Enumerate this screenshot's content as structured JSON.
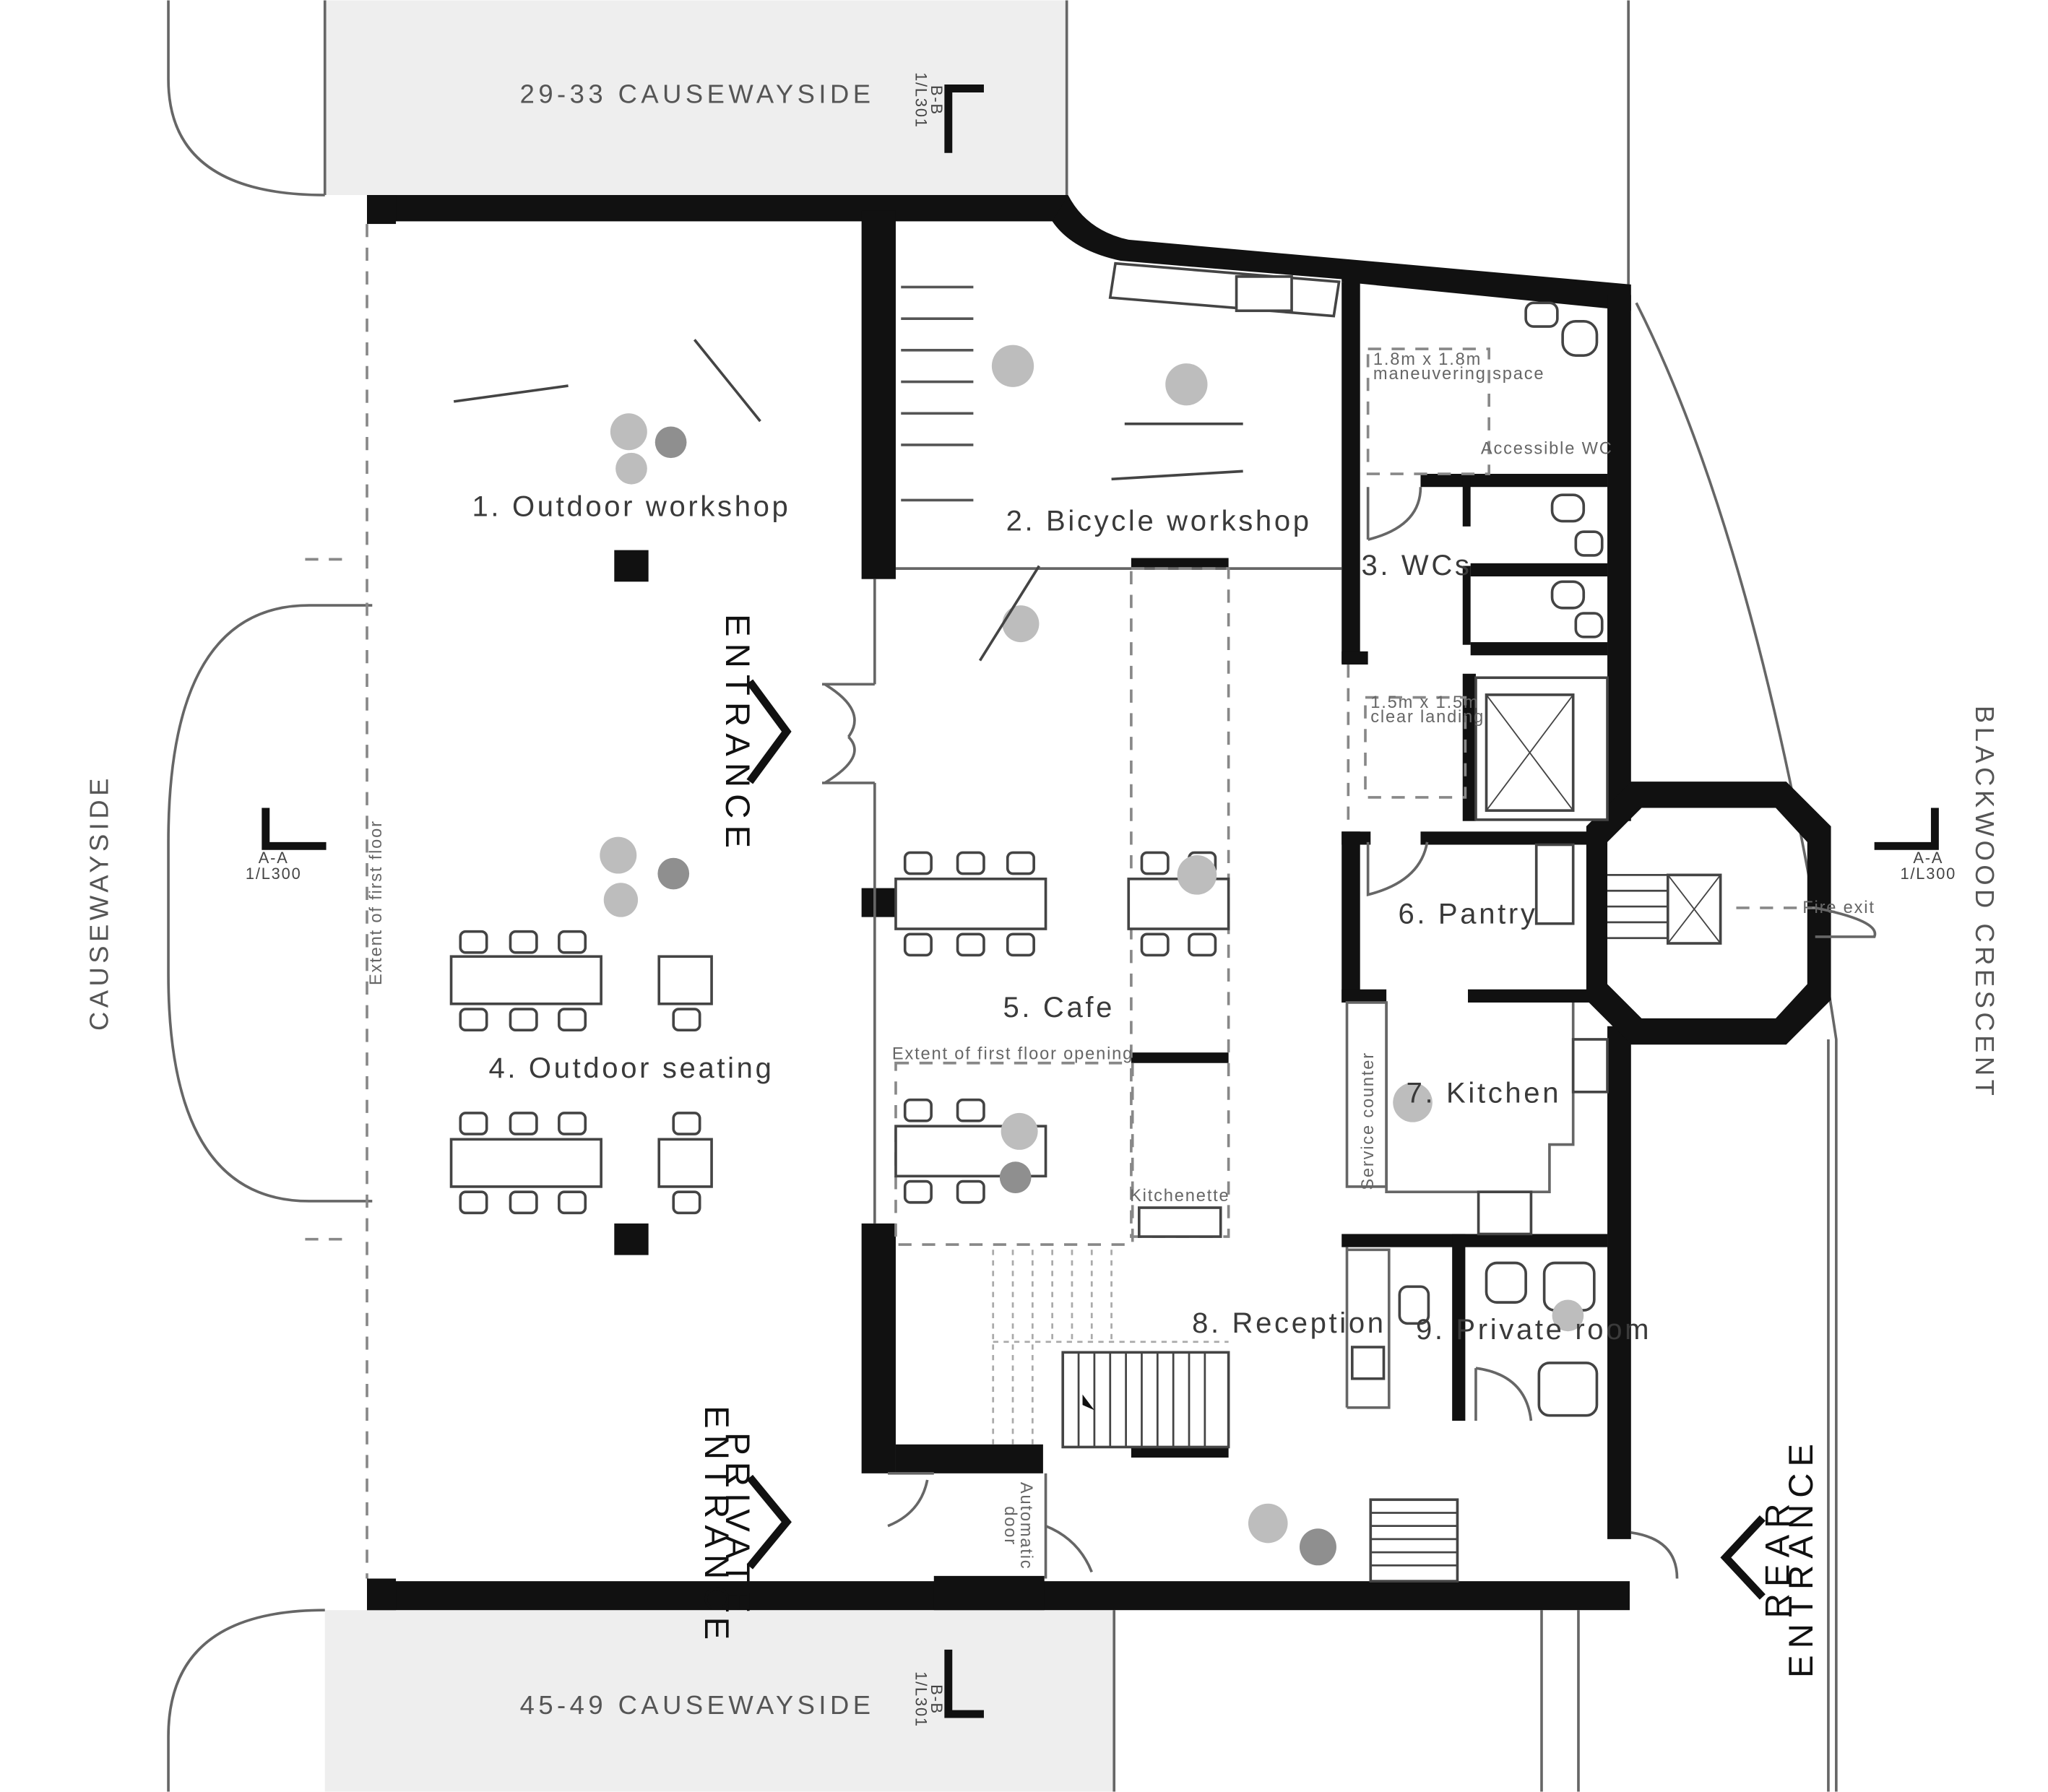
{
  "streets": {
    "top_neighbor": "29-33 CAUSEWAYSIDE",
    "bottom_neighbor": "45-49 CAUSEWAYSIDE",
    "left": "CAUSEWAYSIDE",
    "right": "BLACKWOOD CRESCENT"
  },
  "rooms": {
    "outdoor_workshop": "1. Outdoor workshop",
    "bicycle_workshop": "2. Bicycle workshop",
    "wcs": "3. WCs",
    "outdoor_seating": "4. Outdoor seating",
    "cafe": "5. Cafe",
    "pantry": "6. Pantry",
    "kitchen": "7. Kitchen",
    "reception": "8. Reception",
    "private_room": "9. Private room"
  },
  "entrances": {
    "main": "ENTRANCE",
    "private_line1": "PRIVATE",
    "private_line2": "ENTRANCE",
    "rear_line1": "REAR",
    "rear_line2": "ENTRANCE"
  },
  "notes": {
    "maneuvering_line1": "1.8m x 1.8m",
    "maneuvering_line2": "maneuvering space",
    "accessible_wc": "Accessible WC",
    "clear_landing_line1": "1.5m x 1.5m",
    "clear_landing_line2": "clear landing",
    "first_floor_opening": "Extent of first floor opening",
    "first_floor_extent": "Extent of first floor",
    "kitchenette": "Kitchenette",
    "service_counter": "Service counter",
    "automatic_door_line1": "Automatic",
    "automatic_door_line2": "door",
    "fire_exit": "Fire exit"
  },
  "section_marks": {
    "bb_code": "B-B",
    "bb_sheet": "1/L301",
    "aa_code": "A-A",
    "aa_sheet": "1/L300"
  },
  "colors": {
    "wall": "#111111",
    "neighbor_fill": "#eeeeee",
    "person_light": "#bdbdbd",
    "person_dark": "#8f8f8f"
  }
}
